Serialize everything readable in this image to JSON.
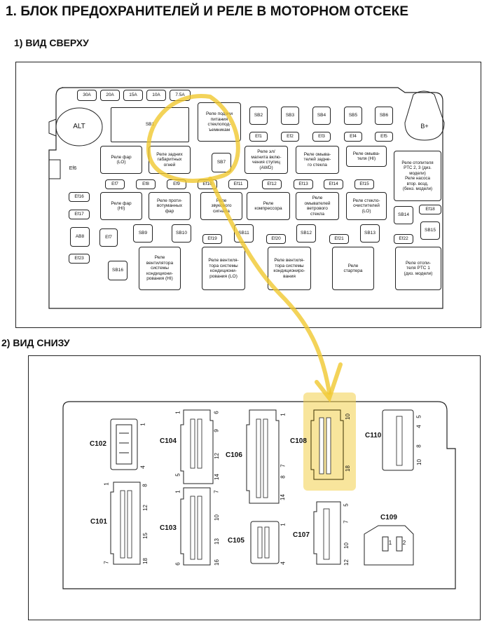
{
  "title": "1. БЛОК ПРЕДОХРАНИТЕЛЕЙ И РЕЛЕ В МОТОРНОМ ОТСЕКЕ",
  "top_view": {
    "heading": "1) ВИД СВЕРХУ",
    "fuse_ratings": [
      "30A",
      "20A",
      "15A",
      "10A",
      "7.5A"
    ],
    "alt": "ALT",
    "bplus": "B+",
    "sb1": "SB1",
    "relay_window": "Реле подачи\nпитания\nстеклопод-\nъемникам",
    "sb_top": [
      "SB2",
      "SB3",
      "SB4",
      "SB5",
      "SB6"
    ],
    "ef_row1": [
      "Ef1",
      "Ef2",
      "Ef3",
      "Ef4",
      "Ef5"
    ],
    "relay_lo": "Реле фар\n(LO)",
    "relay_park": "Реле задних\nгабаритных\nогней",
    "sb7": "SB7",
    "relay_clutch": "Реле эл/\nмагнита вклю-\nчения ступиц\n(AWD)",
    "relay_rearwash": "Реле омыва-\nтелей задне-\nго стекла",
    "relay_washer_hi": "Реле омыва-\nтеля (HI)",
    "relay_ptc23": "Реле отопителя\nPTC 2, 3 (диз.\nмодели)\nРеле насоса\nвтор. возд.\n(бенз. модели)",
    "ef6": "Ef6",
    "ef_row2": [
      "Ef7",
      "Ef8",
      "Ef9",
      "Ef10",
      "Ef11",
      "Ef12",
      "Ef13",
      "Ef14",
      "Ef15"
    ],
    "ef16": "Ef16",
    "ef17": "Ef17",
    "ab8": "AB8",
    "ef7b": "Ef7",
    "ef23": "Ef23",
    "relay_hi": "Реле фар\n(HI)",
    "relay_fog": "Реле проти-\nвотуманных\nфар",
    "relay_horn": "Реле\nзвукового\nсигнала",
    "relay_comp": "Реле\nкомпрессора",
    "relay_wsw": "Реле\nомывателей\nветрового\nстекла",
    "relay_wiper_lo": "Реле стекло-\nочистителей\n(LO)",
    "sb14": "SB14",
    "ef18": "Ef18",
    "sb9": "SB9",
    "sb10": "SB10",
    "ef19": "Ef19",
    "sb11": "SB11",
    "ef20": "Ef20",
    "sb12": "SB12",
    "ef21": "Ef21",
    "sb13": "SB13",
    "ef22": "Ef22",
    "sb15": "SB15",
    "sb16": "SB16",
    "relay_fan_hi": "Реле\nвентилятора\nсистемы\nкондициони-\nрования (HI)",
    "relay_fan_lo": "Реле вентиля-\nтора системы\nкондициони-\nрования (LO)",
    "relay_fan_ac": "Реле вентиля-\nтора системы\nкондициониро-\nвания",
    "relay_starter": "Реле\nстартера",
    "relay_ptc1": "Реле отопи-\nтеля PTC 1\n(диз. модели)"
  },
  "bottom_view": {
    "heading": "2) ВИД СНИЗУ",
    "connectors": [
      {
        "name": "C102",
        "pins": [
          "1",
          "4"
        ]
      },
      {
        "name": "C104",
        "pins": [
          "1",
          "5",
          "6",
          "9",
          "12",
          "14"
        ]
      },
      {
        "name": "C106",
        "pins": [
          "1",
          "7",
          "8",
          "14"
        ]
      },
      {
        "name": "C108",
        "pins": [
          "10",
          "18"
        ]
      },
      {
        "name": "C110",
        "pins": [
          "5",
          "4",
          "8",
          "10"
        ]
      },
      {
        "name": "C101",
        "pins": [
          "1",
          "7",
          "8",
          "12",
          "15",
          "18"
        ]
      },
      {
        "name": "C103",
        "pins": [
          "1",
          "6",
          "7",
          "10",
          "13",
          "16"
        ]
      },
      {
        "name": "C105",
        "pins": [
          "1",
          "4"
        ]
      },
      {
        "name": "C107",
        "pins": [
          "5",
          "7",
          "10",
          "12"
        ]
      },
      {
        "name": "C109",
        "pins": [
          "1",
          "2"
        ]
      }
    ]
  },
  "colors": {
    "highlight": "#f2cf4a",
    "line": "#222222"
  }
}
